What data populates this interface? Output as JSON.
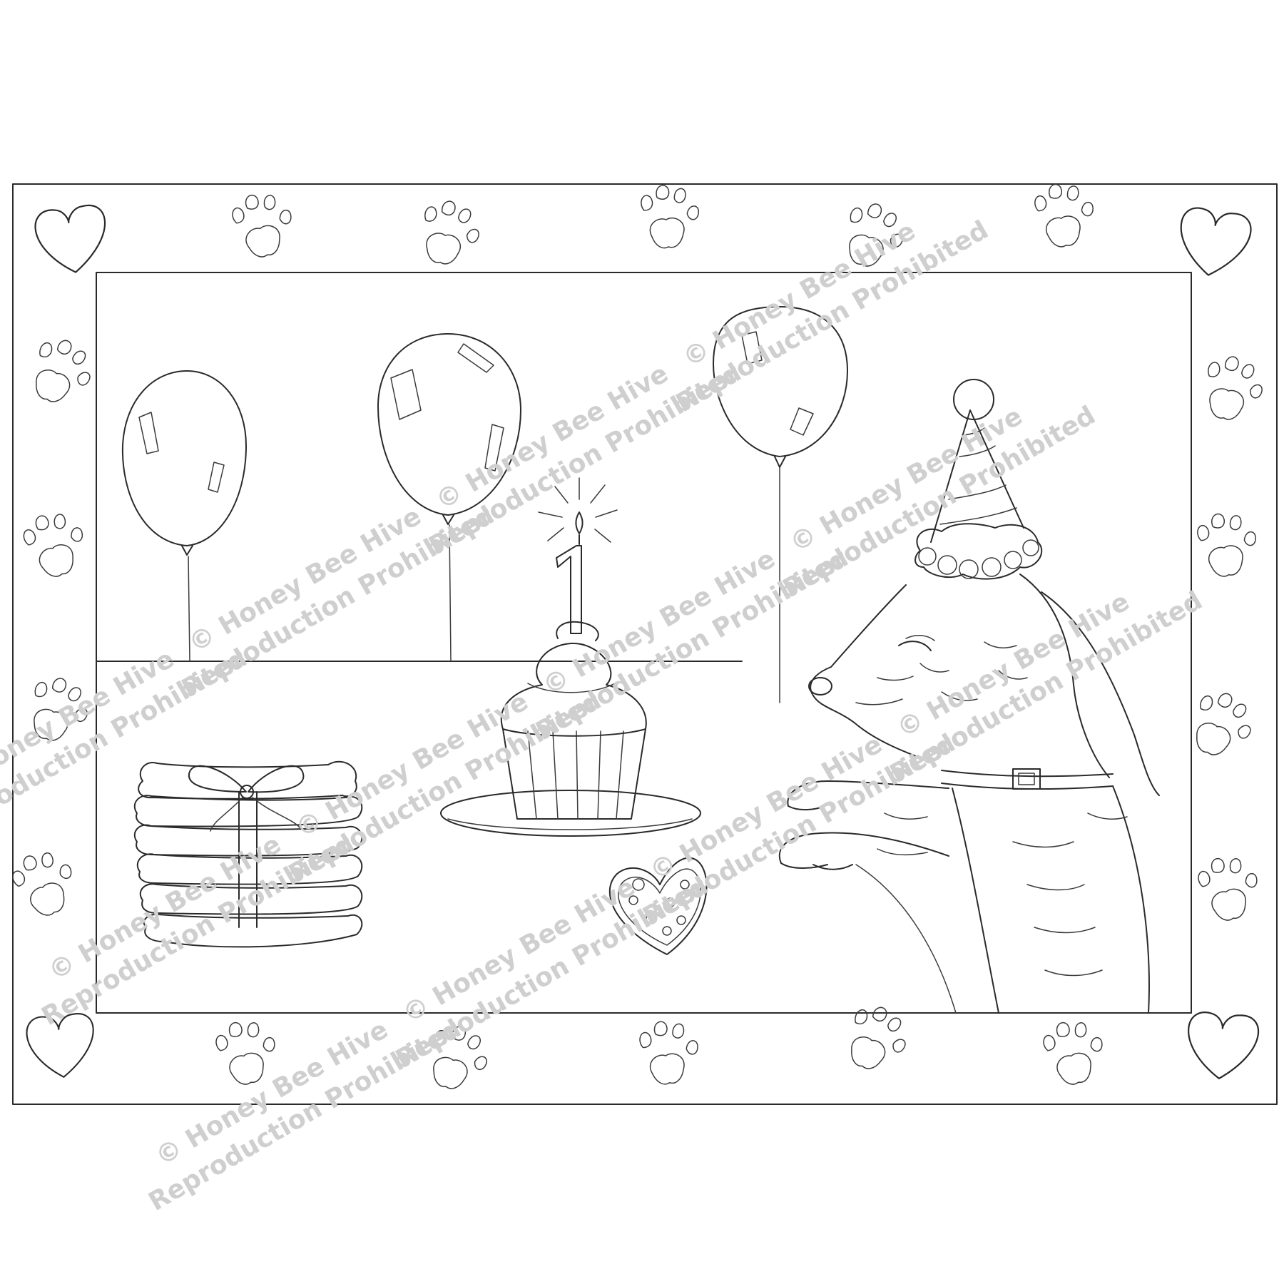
{
  "pattern": {
    "candle_number": "1"
  },
  "watermark": {
    "line1": "© Honey Bee Hive",
    "line2": "Reproduction Prohibited",
    "color": "#cfcfcf"
  },
  "colors": {
    "ink": "#2a2a2a",
    "paper": "#ffffff"
  },
  "icons": [
    "heart-icon",
    "paw-print-icon",
    "balloon-icon",
    "gift-icon",
    "cupcake-icon",
    "dog-icon",
    "heart-cookie-icon"
  ]
}
